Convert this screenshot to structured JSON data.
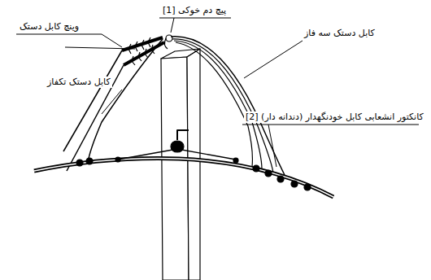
{
  "diagram": {
    "labels": [
      "پیچ دم خوکی [1]",
      "وینچ کابل دستک",
      "کابل دستک سه فاز",
      "کابل دستک تکفاز",
      "کانکتور انشعابی کابل خودنگهدار (دندانه دار) [2]"
    ]
  }
}
